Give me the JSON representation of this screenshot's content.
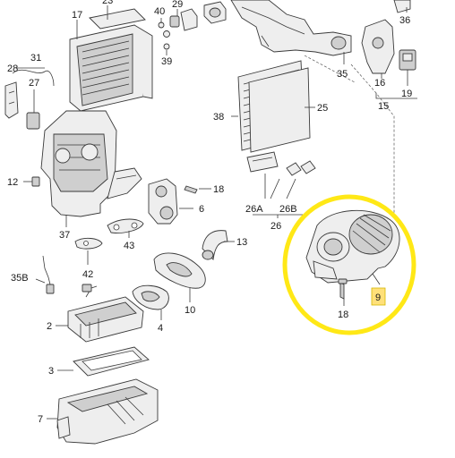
{
  "labels": {
    "l17": "17",
    "l23": "23",
    "l40": "40",
    "l29": "29",
    "l39": "39",
    "l36": "36",
    "l31": "31",
    "l28": "28",
    "l27": "27",
    "l35": "35",
    "l16": "16",
    "l19": "19",
    "l15": "15",
    "l38": "38",
    "l25": "25",
    "l12": "12",
    "l18a": "18",
    "l6": "6",
    "l37": "37",
    "l26a": "26A",
    "l26b": "26B",
    "l26": "26",
    "l43": "43",
    "l13": "13",
    "l42": "42",
    "l35b": "35B",
    "l10": "10",
    "l4": "4",
    "l2": "2",
    "l9": "9",
    "l18b": "18",
    "l3": "3",
    "l7": "7"
  },
  "colors": {
    "highlight_circle": "#ffe816",
    "highlight_tag": "#ffe07a",
    "line": "#3a3a3a"
  }
}
